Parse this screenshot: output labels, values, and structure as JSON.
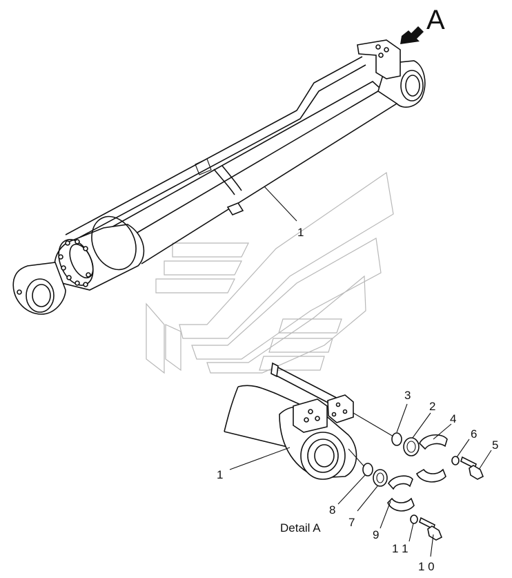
{
  "view_label": "A",
  "detail_label": "Detail A",
  "callouts": {
    "c1_main": "1",
    "c1_detail": "1",
    "c2": "2",
    "c3": "3",
    "c4": "4",
    "c5": "5",
    "c6": "6",
    "c7": "7",
    "c8": "8",
    "c9": "9",
    "c10": "1 0",
    "c11": "1 1"
  }
}
